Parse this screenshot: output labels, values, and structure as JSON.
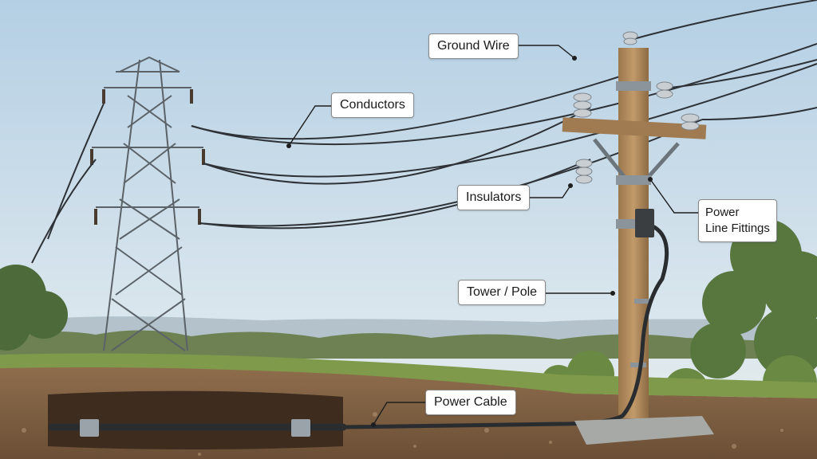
{
  "labels": {
    "ground_wire": "Ground Wire",
    "conductors": "Conductors",
    "insulators": "Insulators",
    "power_line_fittings_line1": "Power",
    "power_line_fittings_line2": "Line Fittings",
    "tower_pole": "Tower / Pole",
    "power_cable": "Power Cable"
  },
  "colors": {
    "sky_top": "#b9d3e6",
    "sky_bottom": "#e3ecef",
    "grass": "#7f9a4a",
    "soil": "#8b6a4a",
    "wood": "#b08a5e",
    "steel": "#5b6268",
    "cable": "#2a2d30",
    "callout_border": "#8a8a8a"
  }
}
